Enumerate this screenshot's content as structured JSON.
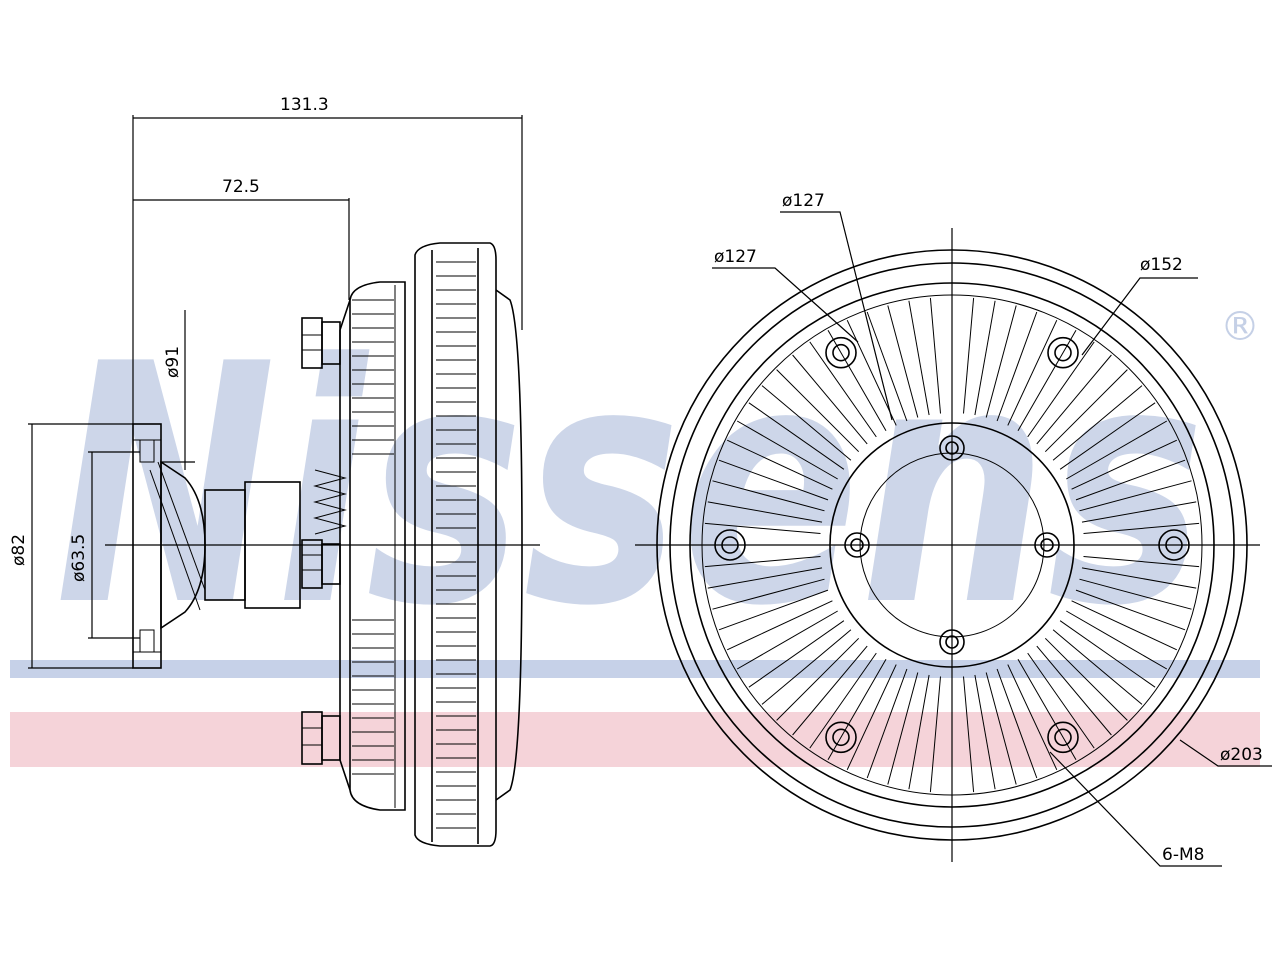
{
  "watermark": {
    "brand": "Nissens",
    "registered": "®",
    "text_color": "#c5d0e6",
    "band_blue": "#b8c6e2",
    "band_red": "#f2c4cc"
  },
  "dimensions": {
    "overall_length": "131.3",
    "hub_length": "72.5",
    "dia_91": "ø91",
    "dia_82": "ø82",
    "dia_63_5": "ø63.5",
    "dia_127_a": "ø127",
    "dia_127_b": "ø127",
    "dia_152": "ø152",
    "dia_203": "ø203",
    "thread": "6-M8"
  }
}
